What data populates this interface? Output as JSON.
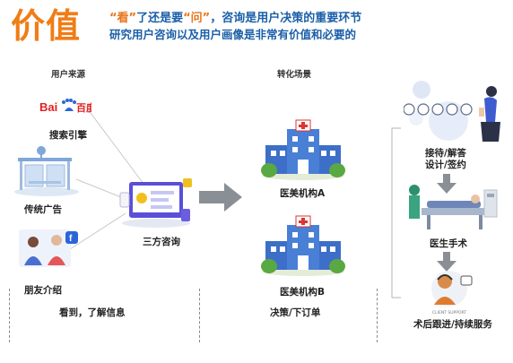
{
  "header": {
    "title": "价值",
    "headline_see": "“看”",
    "headline_mid": "了还是要",
    "headline_ask": "“问”",
    "headline_rest": "，咨询是用户决策的重要环节",
    "subline": "研究用户咨询以及用户画像是非常有价值和必要的"
  },
  "sources": {
    "section_title": "用户来源",
    "baidu_logo_text": "Bai百度",
    "items": [
      {
        "label": "搜索引擎",
        "icon": "baidu-logo"
      },
      {
        "label": "传统广告",
        "icon": "bus-stop-icon"
      },
      {
        "label": "朋友介绍",
        "icon": "friends-icon"
      }
    ]
  },
  "consult": {
    "label": "三方咨询",
    "icon": "consult-screen-icon"
  },
  "scenes": {
    "section_title": "转化场景",
    "hospitals": [
      {
        "label": "医美机构A",
        "icon": "hospital-icon"
      },
      {
        "label": "医美机构B",
        "icon": "hospital-icon"
      }
    ]
  },
  "process": {
    "steps": [
      {
        "label": "接待/解答\n设计/签约",
        "icon": "reception-icon"
      },
      {
        "label": "医生手术",
        "icon": "surgery-icon"
      },
      {
        "label": "术后跟进/持续服务",
        "icon": "support-icon"
      }
    ],
    "support_caption": "CLIENT SUPPORT"
  },
  "footer": {
    "stage1": "看到，了解信息",
    "stage2": "决策/下订单"
  },
  "colors": {
    "title_orange": "#f07d16",
    "headline_blue": "#1b5fa8",
    "hospital_blue": "#3d6fc8",
    "hospital_green": "#5aa842",
    "arrow_gray": "#8a8f96"
  }
}
